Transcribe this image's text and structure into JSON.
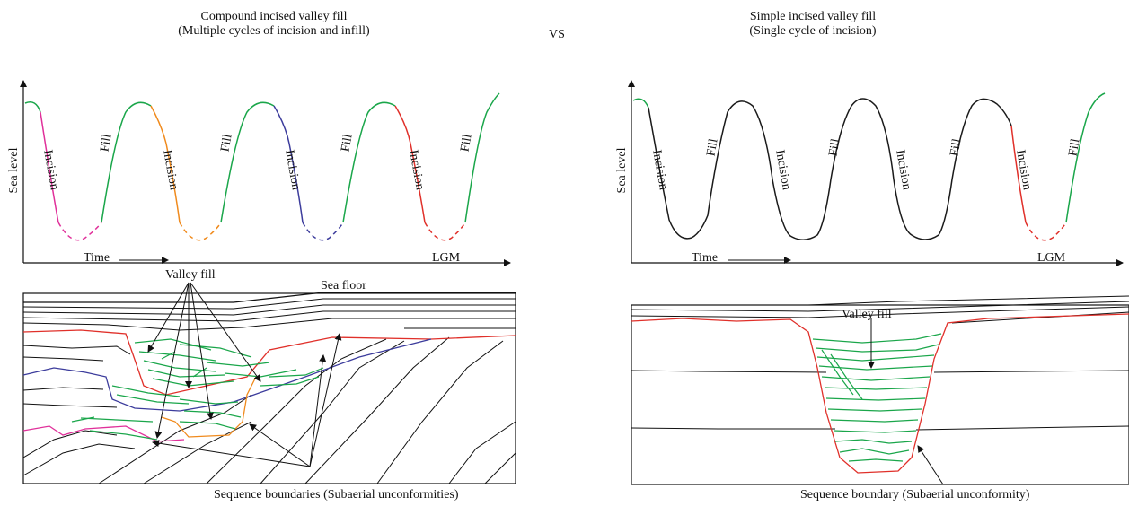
{
  "header": {
    "left_title": "Compound incised valley fill",
    "left_subtitle": "(Multiple cycles of incision and infill)",
    "vs": "VS",
    "right_title": "Simple incised valley fill",
    "right_subtitle": "(Single cycle of incision)"
  },
  "left_curve": {
    "ylabel": "Sea level",
    "time_label": "Time",
    "end_label": "LGM",
    "phase_labels": [
      "Incision",
      "Fill",
      "Incision",
      "Fill",
      "Incision",
      "Fill",
      "Incision",
      "Fill"
    ]
  },
  "right_curve": {
    "ylabel": "Sea level",
    "time_label": "Time",
    "end_label": "LGM",
    "phase_labels": [
      "Incision",
      "Fill",
      "Incision",
      "Fill",
      "Incision",
      "Fill",
      "Incision",
      "Fill"
    ]
  },
  "left_section": {
    "valley_fill_label": "Valley fill",
    "sea_floor_label": "Sea floor",
    "boundaries_label": "Sequence boundaries (Subaerial unconformities)"
  },
  "right_section": {
    "valley_fill_label": "Valley fill",
    "boundary_label": "Sequence boundary (Subaerial unconformity)"
  },
  "colors": {
    "fill": "#1aa64a",
    "incision_1": "#e0309a",
    "incision_2": "#f08a1c",
    "incision_3": "#3c3c9c",
    "incision_4": "#e0302a",
    "line": "#1a1a1a"
  }
}
